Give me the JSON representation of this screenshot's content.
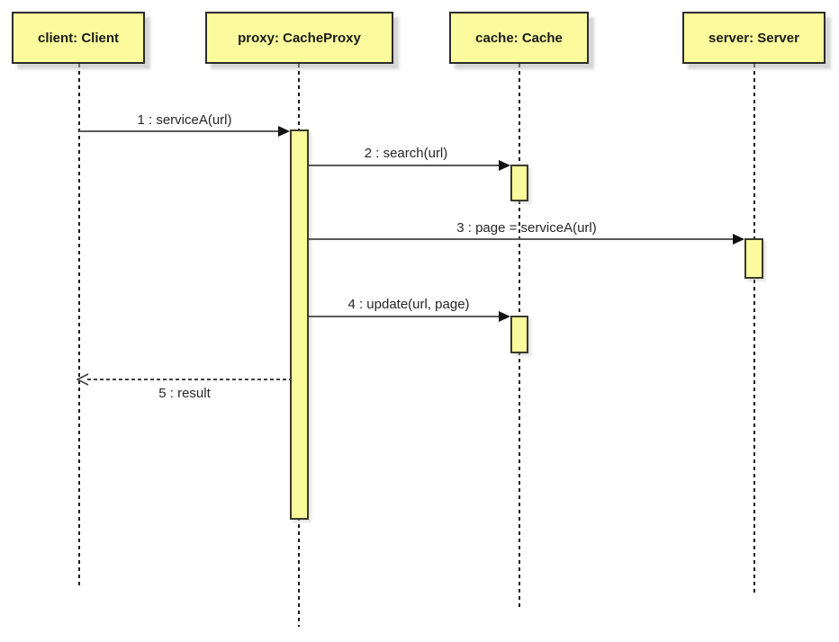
{
  "diagram": {
    "type": "uml-sequence-diagram",
    "colors": {
      "actor_fill": "#FBFB9D",
      "actor_border": "#2B2B2B",
      "message_line": "#595959",
      "lifeline": "#1A1A1A",
      "text": "#262626",
      "background": "#FFFFFF"
    }
  },
  "actors": [
    {
      "id": "client",
      "label": "client: Client"
    },
    {
      "id": "proxy",
      "label": "proxy: CacheProxy"
    },
    {
      "id": "cache",
      "label": "cache: Cache"
    },
    {
      "id": "server",
      "label": "server: Server"
    }
  ],
  "messages": [
    {
      "num": "1",
      "label": "1 : serviceA(url)",
      "from": "client",
      "to": "proxy",
      "kind": "sync"
    },
    {
      "num": "2",
      "label": "2 : search(url)",
      "from": "proxy",
      "to": "cache",
      "kind": "sync"
    },
    {
      "num": "3",
      "label": "3 : page = serviceA(url)",
      "from": "proxy",
      "to": "server",
      "kind": "sync"
    },
    {
      "num": "4",
      "label": "4 : update(url, page)",
      "from": "proxy",
      "to": "cache",
      "kind": "sync"
    },
    {
      "num": "5",
      "label": "5 : result",
      "from": "proxy",
      "to": "client",
      "kind": "return"
    }
  ]
}
